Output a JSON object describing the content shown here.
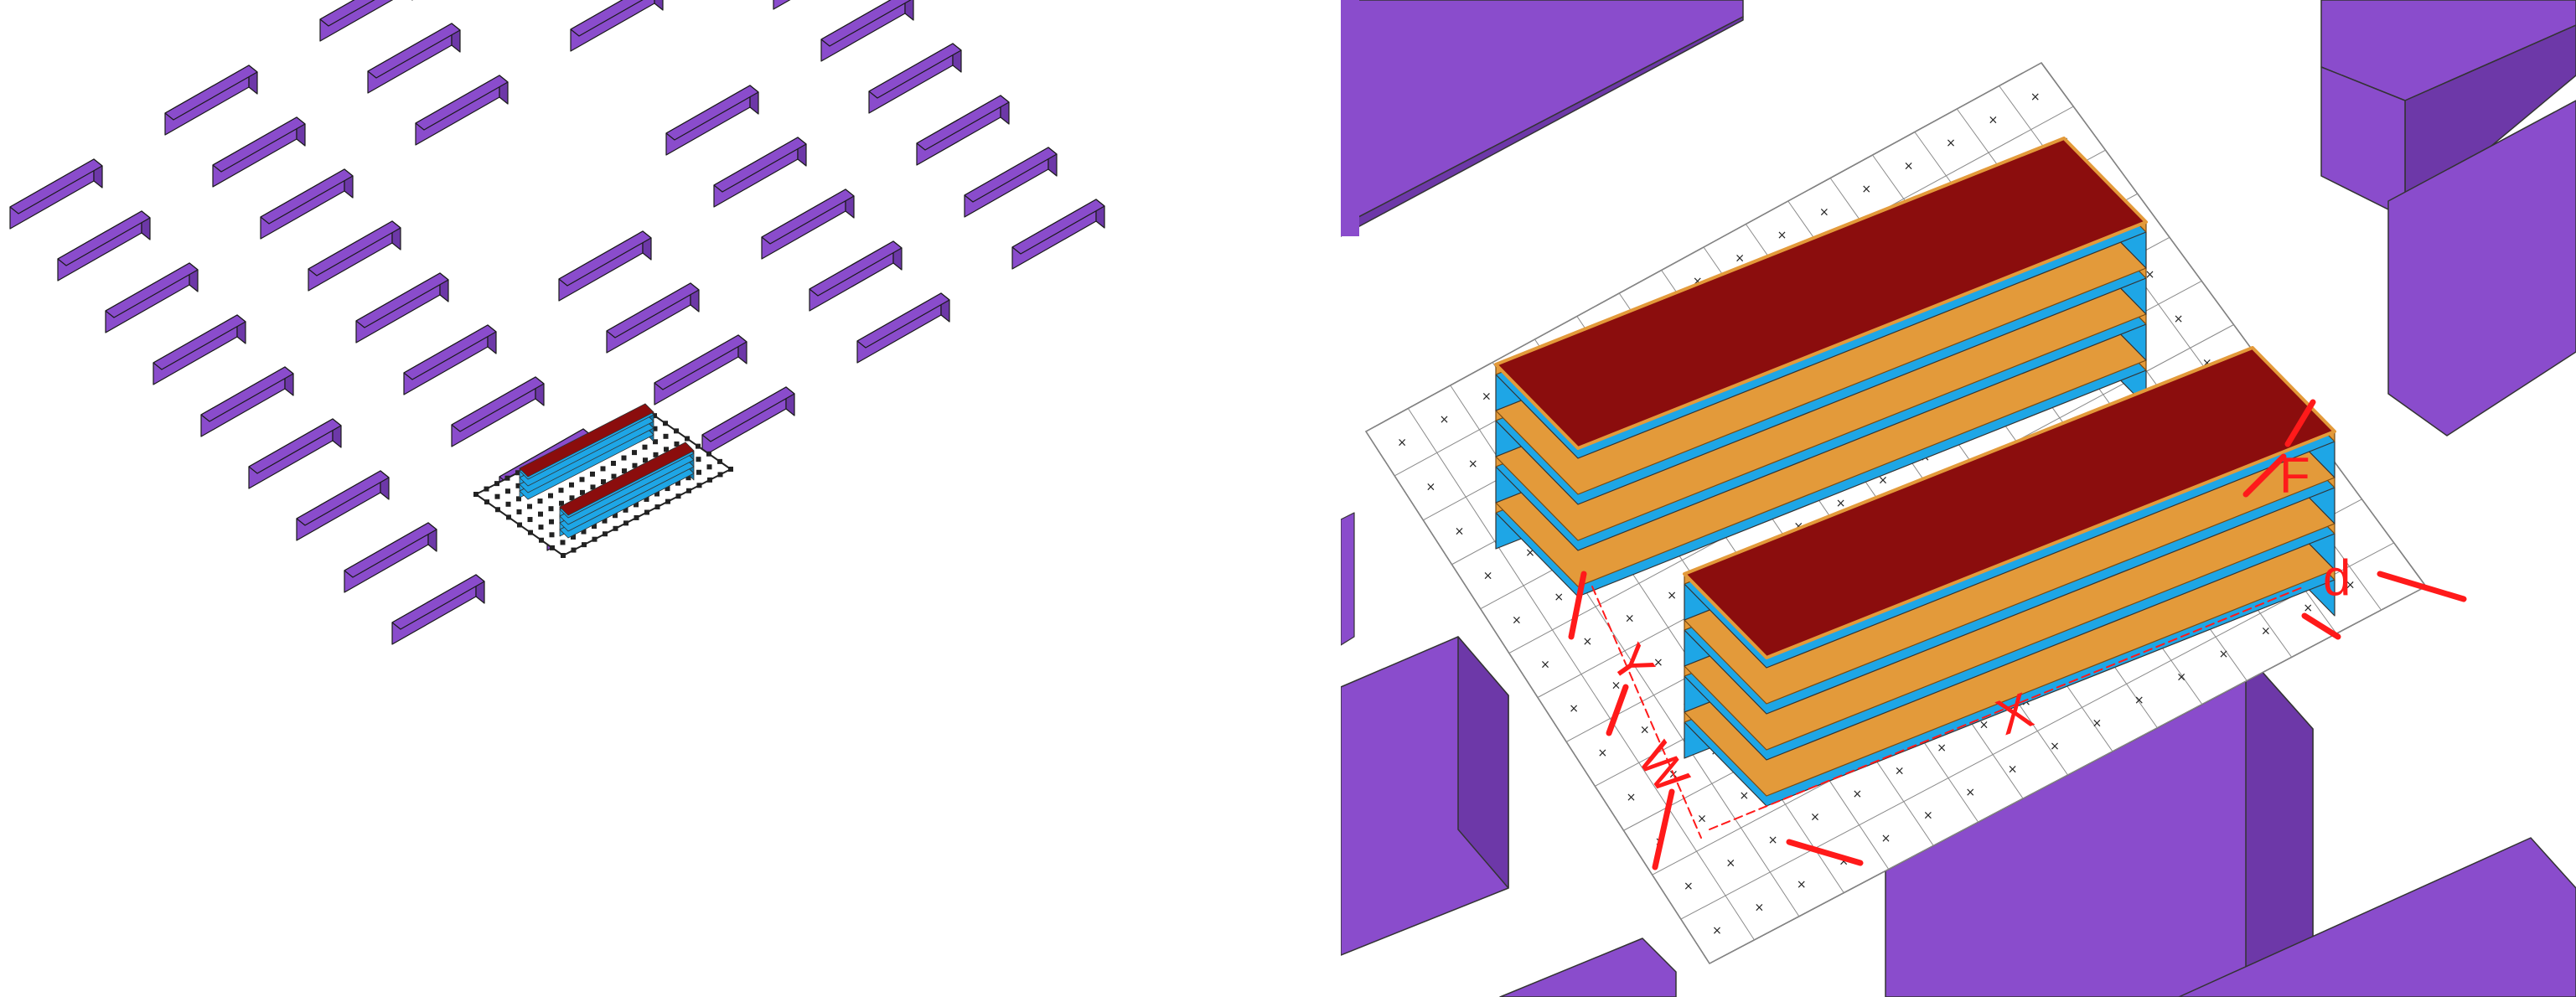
{
  "colors": {
    "context_building": "#8a4ccc",
    "context_building_dark": "#6d38a8",
    "roof": "#8b0d0d",
    "glazing": "#1ea6e6",
    "floor_slab": "#e39a3a",
    "dimension": "#ff1a1a",
    "grid": "#8a8a8a",
    "background": "#ffffff"
  },
  "left_view": {
    "context_block_rows": 9,
    "context_block_cols": 5,
    "cluster_buildings": 2,
    "cluster_floors": 4
  },
  "right_view": {
    "buildings": 2,
    "floors_per_building": 4,
    "dimension_labels": {
      "f": "F",
      "d": "d",
      "y": "Y",
      "w": "W",
      "x": "X"
    }
  }
}
